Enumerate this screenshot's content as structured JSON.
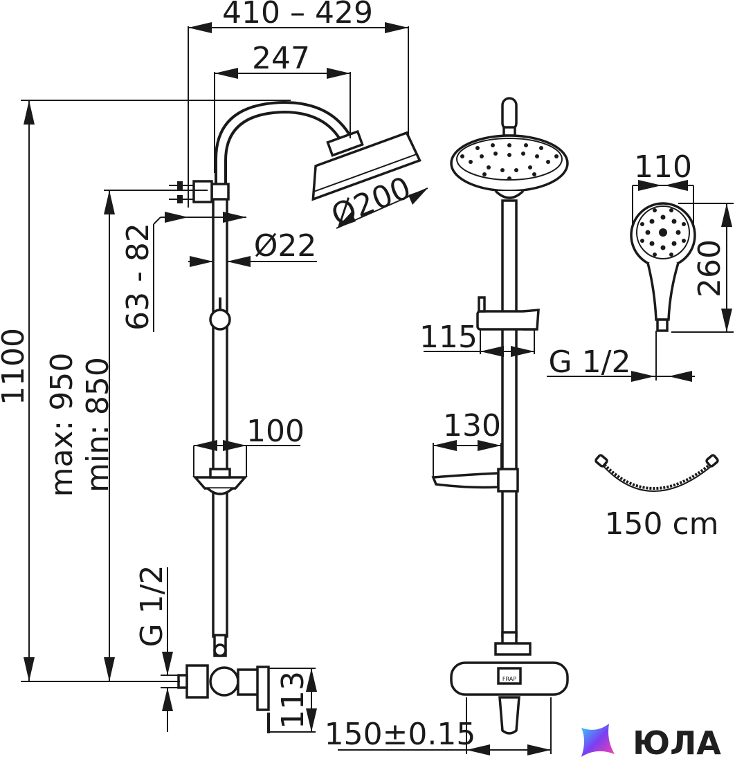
{
  "dimensions": {
    "overall_width": "410 – 429",
    "arm_reach": "247",
    "head_diameter": "Ø200",
    "wall_offset": "63 - 82",
    "pipe_diameter": "Ø22",
    "total_height": "1100",
    "adjust_height": "max: 950\nmin: 850",
    "adjust_height_max": "max: 950",
    "adjust_height_min": "min: 850",
    "soap_dish_width": "100",
    "inlet_thread_left": "G 1/2",
    "mixer_height": "113",
    "holder_width": "115",
    "shelf_width": "130",
    "mixer_centers": "150±0.15",
    "hand_shower_width": "110",
    "hand_shower_length": "260",
    "hand_shower_thread": "G 1/2",
    "hose_length": "150 cm"
  },
  "logo": {
    "text": "ЮЛА",
    "accent_colors": [
      "#7b3ff2",
      "#2fd3ff",
      "#ff3fa8"
    ]
  },
  "mixer_brand_mark": "FRAP",
  "icons": [
    "overhead-shower-head-icon",
    "hand-shower-icon",
    "hose-icon",
    "logo-star-icon"
  ]
}
